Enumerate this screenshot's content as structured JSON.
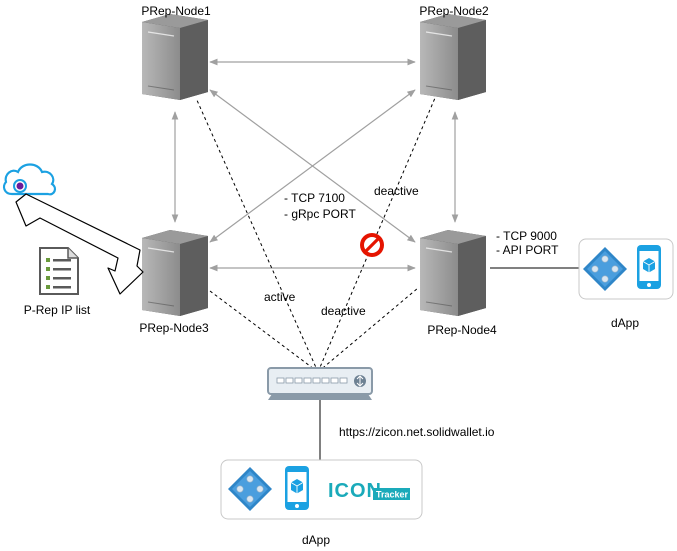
{
  "nodes": {
    "node1": {
      "label": "PRep-Node1"
    },
    "node2": {
      "label": "PRep-Node2"
    },
    "node3": {
      "label": "PRep-Node3"
    },
    "node4": {
      "label": "PRep-Node4"
    }
  },
  "edge_labels": {
    "tcp7100": "- TCP 7100",
    "grpc_port": "- gRpc PORT",
    "tcp9000": "- TCP 9000",
    "api_port": "- API PORT",
    "deactive_top": "deactive",
    "deactive_bottom": "deactive",
    "active": "active"
  },
  "ip_list": {
    "label": "P-Rep IP list"
  },
  "endpoint": {
    "url": "https://zicon.net.solidwallet.io"
  },
  "dapp_right": {
    "label": "dApp"
  },
  "dapp_bottom": {
    "label": "dApp",
    "tracker_brand": "ICON",
    "tracker_text": "Tracker"
  },
  "colors": {
    "line": "#a0a0a0",
    "accent_blue": "#1ba1e2",
    "tracker_teal": "#1aaaba",
    "block": "#e51400"
  }
}
